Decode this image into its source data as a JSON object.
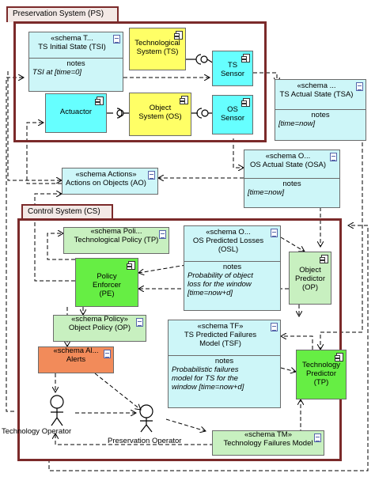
{
  "packages": {
    "ps_label": "Preservation System (PS)",
    "cs_label": "Control System (CS)"
  },
  "nodes": {
    "tsi": {
      "header": "«schema T...",
      "name": "TS Initial State (TSI)",
      "section": "notes",
      "note": "TSI at [time=0]"
    },
    "ts": {
      "line1": "Technological",
      "line2": "System (TS)"
    },
    "ts_sensor": {
      "line1": "TS",
      "line2": "Sensor"
    },
    "tsa": {
      "header": "«schema ...",
      "name": "TS Actual State (TSA)",
      "section": "notes",
      "note": "[time=now]"
    },
    "actuator": {
      "label": "Actuactor"
    },
    "os": {
      "line1": "Object",
      "line2": "System (OS)"
    },
    "os_sensor": {
      "line1": "OS",
      "line2": "Sensor"
    },
    "osa": {
      "header": "«schema O...",
      "name": "OS Actual State (OSA)",
      "section": "notes",
      "note": "[time=now]"
    },
    "ao": {
      "header": "«schema Actions»",
      "name": "Actions on Objects (AO)"
    },
    "tp_policy": {
      "header": "«schema Poli...",
      "name": "Technological Policy (TP)"
    },
    "osl": {
      "header": "«schema O...",
      "name": "OS Predicted Losses",
      "name2": "(OSL)",
      "section": "notes",
      "note1": "Probability of object",
      "note2": "loss for the window",
      "note3": "[time=now+d]"
    },
    "pe": {
      "line1": "Policy",
      "line2": "Enforcer",
      "line3": "(PE)"
    },
    "op_predictor": {
      "line1": "Object",
      "line2": "Predictor",
      "line3": "(OP)"
    },
    "op_policy": {
      "header": "«schema Policy»",
      "name": "Object Policy (OP)"
    },
    "alerts": {
      "header": "«schema Al...",
      "name": "Alerts"
    },
    "tsf": {
      "header": "«schema TF»",
      "name": "TS Predicted Failures",
      "name2": "Model (TSF)",
      "section": "notes",
      "note1": "Probabilistic failures",
      "note2": "model for TS for the",
      "note3": "window [time=now+d]"
    },
    "tp_predictor": {
      "line1": "Technology",
      "line2": "Predictor",
      "line3": "(TP)"
    },
    "tech_operator": {
      "label": "Technology Operator"
    },
    "pres_operator": {
      "label": "Preservation Operator"
    },
    "tm": {
      "header": "«schema TM»",
      "name": "Technology Failures Model"
    }
  },
  "colors": {
    "package_border": "#7b2a2a",
    "schema_fill": "#cdf6f8",
    "component_yellow": "#ffff66",
    "component_cyan": "#66ffff",
    "component_green": "#66ee44",
    "schema_green": "#c8f0c0",
    "alerts_fill": "#f28b5a"
  }
}
